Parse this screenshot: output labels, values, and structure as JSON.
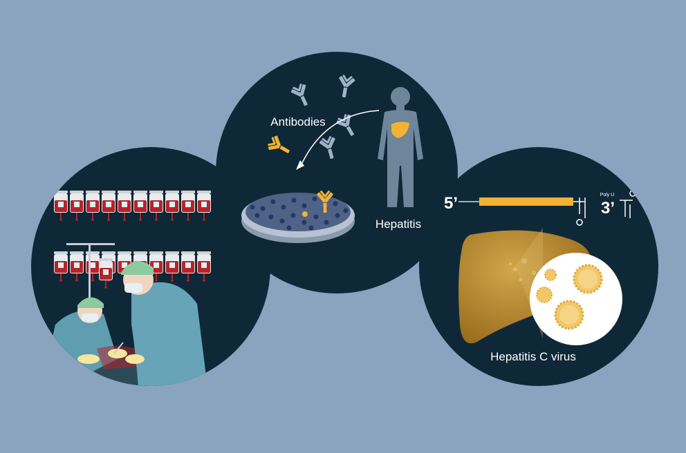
{
  "colors": {
    "background": "#8aa4bf",
    "circle": "#0f2838",
    "antibody_gray": "#9fb3c8",
    "antibody_yellow": "#f2b233",
    "liver": "#b7882f",
    "blood": "#b3252b",
    "scrubs": "#67a4b8",
    "cap": "#8ccaa0",
    "text": "#ffffff"
  },
  "panels": {
    "transfusion": {
      "icons": [
        "blood-bag-icon",
        "iv-stand-icon",
        "surgeon-icon"
      ]
    },
    "discovery": {
      "antibodies_label": "Antibodies",
      "hepatitis_label": "Hepatitis",
      "icons": [
        "antibody-icon",
        "petri-dish-icon",
        "human-silhouette-icon",
        "liver-icon",
        "arrow-icon"
      ]
    },
    "virus": {
      "five_prime": "5’",
      "three_prime": "3’",
      "poly_u": "Poly U",
      "virus_label": "Hepatitis C virus",
      "icons": [
        "rna-genome-icon",
        "liver-icon",
        "virus-particle-icon"
      ]
    }
  }
}
